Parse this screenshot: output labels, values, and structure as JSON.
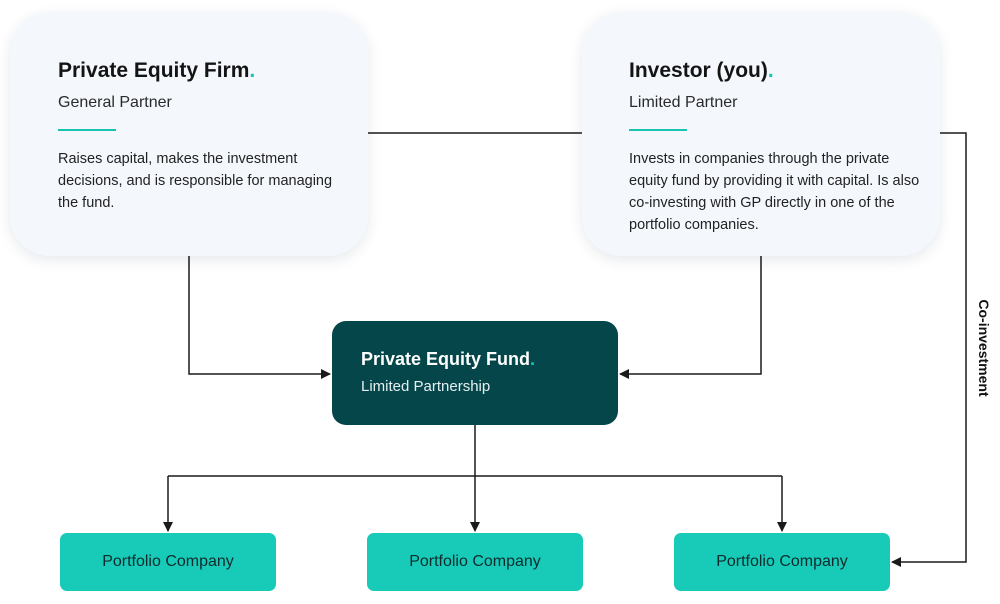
{
  "gp_card": {
    "title": "Private Equity Firm",
    "dot": ".",
    "subtitle": "General Partner",
    "description": "Raises capital, makes the investment decisions, and is responsible for managing the fund."
  },
  "lp_card": {
    "title": "Investor (you)",
    "dot": ".",
    "subtitle": "Limited Partner",
    "description": "Invests in companies through the private equity fund by providing it with capital. Is also co-investing with GP directly in one of the portfolio companies."
  },
  "fund": {
    "title": "Private Equity Fund",
    "dot": ".",
    "subtitle": "Limited Partnership"
  },
  "portfolio_companies": [
    {
      "label": "Portfolio Company"
    },
    {
      "label": "Portfolio Company"
    },
    {
      "label": "Portfolio Company"
    }
  ],
  "coinvestment_label": "Co-investment",
  "colors": {
    "accent": "#17c4b2",
    "fund_bg": "#05464b",
    "card_bg": "#f4f8fd",
    "portfolio_bg": "#17cbb8",
    "line": "#1a1a1a"
  }
}
